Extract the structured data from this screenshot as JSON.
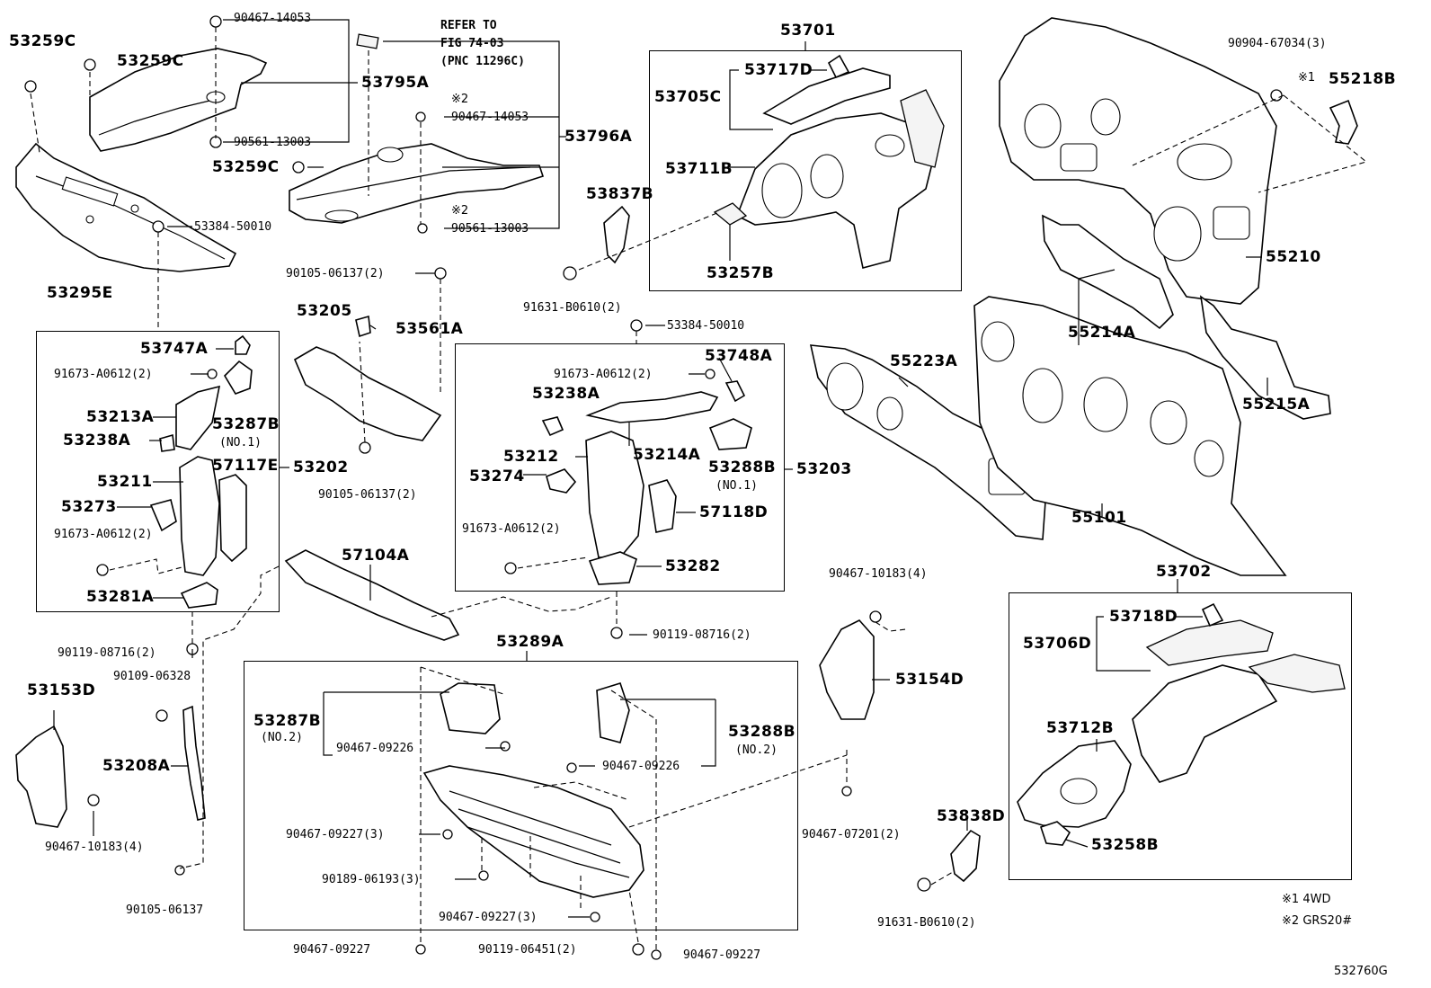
{
  "diagram_code": "532760G",
  "notes": [
    {
      "mark": "※1",
      "text": "4WD"
    },
    {
      "mark": "※2",
      "text": "GRS20#"
    }
  ],
  "refer": {
    "line1": "REFER TO",
    "line2": "FIG 74-03",
    "line3": "(PNC 11296C)"
  },
  "labels": {
    "l_53259C_a": "53259C",
    "l_53259C_b": "53259C",
    "l_53259C_c": "53259C",
    "l_90467_14053_a": "90467-14053",
    "l_53795A": "53795A",
    "l_90561_13003_a": "90561-13003",
    "l_mark2_a": "※2",
    "l_90467_14053_b": "90467-14053",
    "l_53796A": "53796A",
    "l_mark2_b": "※2",
    "l_90561_13003_b": "90561-13003",
    "l_53295E": "53295E",
    "l_53701": "53701",
    "l_53717D": "53717D",
    "l_53705C": "53705C",
    "l_53711B": "53711B",
    "l_53257B": "53257B",
    "l_53837B": "53837B",
    "l_91631_B0610_a": "91631-B0610(2)",
    "l_90904_67034": "90904-67034(3)",
    "l_mark1": "※1",
    "l_55218B": "55218B",
    "l_55210": "55210",
    "l_55214A": "55214A",
    "l_55215A": "55215A",
    "l_55223A": "55223A",
    "l_55101": "55101",
    "l_53384_50010_a": "53384-50010",
    "l_53747A": "53747A",
    "l_91673_A0612_a": "91673-A0612(2)",
    "l_53213A": "53213A",
    "l_53287B_a": "53287B",
    "l_no1_a": "(NO.1)",
    "l_53238A_a": "53238A",
    "l_53211": "53211",
    "l_57117E": "57117E",
    "l_53202": "53202",
    "l_53273": "53273",
    "l_91673_A0612_b": "91673-A0612(2)",
    "l_53281A": "53281A",
    "l_90105_06137_a": "90105-06137(2)",
    "l_53205": "53205",
    "l_53561A": "53561A",
    "l_90105_06137_b": "90105-06137(2)",
    "l_53384_50010_b": "53384-50010",
    "l_53748A": "53748A",
    "l_91673_A0612_c": "91673-A0612(2)",
    "l_53238A_b": "53238A",
    "l_53212": "53212",
    "l_53214A": "53214A",
    "l_53288B_a": "53288B",
    "l_no1_b": "(NO.1)",
    "l_53203": "53203",
    "l_53274": "53274",
    "l_57118D": "57118D",
    "l_91673_A0612_d": "91673-A0612(2)",
    "l_53282": "53282",
    "l_57104A": "57104A",
    "l_90119_08716_a": "90119-08716(2)",
    "l_90109_06328": "90109-06328",
    "l_90119_08716_b": "90119-08716(2)",
    "l_53289A": "53289A",
    "l_53287B_b": "53287B",
    "l_no2_a": "(NO.2)",
    "l_90467_09226_a": "90467-09226",
    "l_53288B_b": "53288B",
    "l_no2_b": "(NO.2)",
    "l_90467_09226_b": "90467-09226",
    "l_90467_09227_a": "90467-09227(3)",
    "l_90189_06193": "90189-06193(3)",
    "l_90467_09227_b": "90467-09227(3)",
    "l_90467_07201": "90467-07201(2)",
    "l_90467_09227_c": "90467-09227",
    "l_90119_06451": "90119-06451(2)",
    "l_90467_09227_d": "90467-09227",
    "l_53153D": "53153D",
    "l_53208A": "53208A",
    "l_90467_10183_a": "90467-10183(4)",
    "l_90105_06137_c": "90105-06137",
    "l_90467_10183_b": "90467-10183(4)",
    "l_53154D": "53154D",
    "l_53702": "53702",
    "l_53718D": "53718D",
    "l_53706D": "53706D",
    "l_53712B": "53712B",
    "l_53838D": "53838D",
    "l_53258B": "53258B",
    "l_91631_B0610_b": "91631-B0610(2)"
  }
}
